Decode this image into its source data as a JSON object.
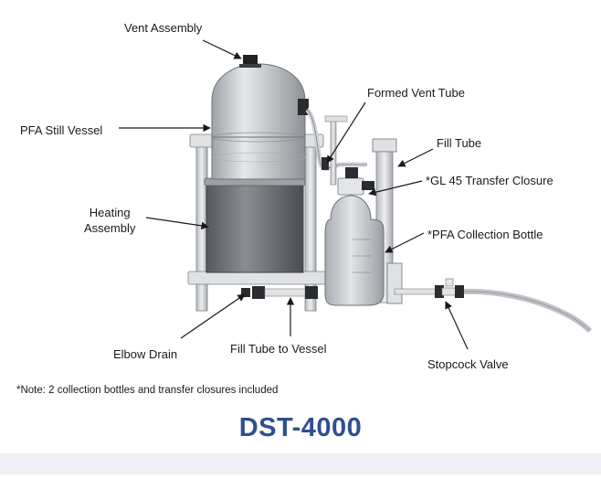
{
  "labels": {
    "vent_assembly": "Vent Assembly",
    "still_vessel": "PFA Still Vessel",
    "formed_vent_tube": "Formed Vent Tube",
    "fill_tube": "Fill Tube",
    "transfer_closure": "*GL 45 Transfer Closure",
    "heating_line1": "Heating",
    "heating_line2": "Assembly",
    "collection_bottle": "*PFA Collection Bottle",
    "elbow_drain": "Elbow Drain",
    "fill_tube_vessel": "Fill Tube to Vessel",
    "stopcock_valve": "Stopcock Valve"
  },
  "note": "*Note: 2 collection bottles and transfer closures included",
  "model": "DST-4000",
  "colors": {
    "model_text": "#2f4f8f",
    "vessel": "#c9ccd0",
    "frame": "#d6d8da",
    "heater": "#6e7176",
    "outline": "#4a4d52"
  }
}
